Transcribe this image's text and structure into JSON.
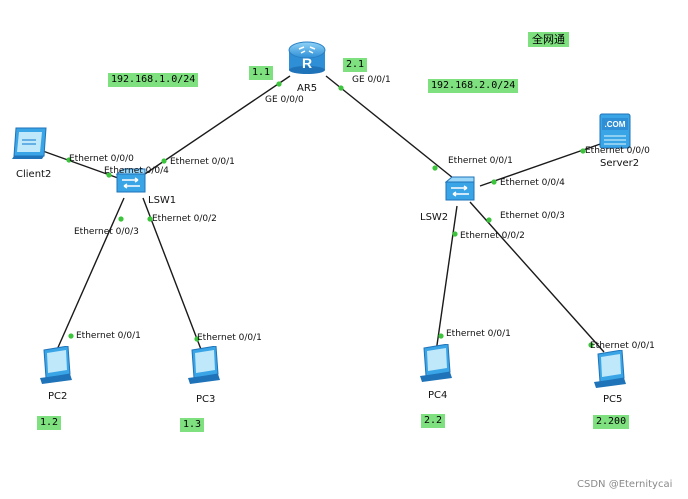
{
  "devices": {
    "ar5": {
      "name": "AR5",
      "icon": "router-icon"
    },
    "lsw1": {
      "name": "LSW1",
      "icon": "switch-icon"
    },
    "lsw2": {
      "name": "LSW2",
      "icon": "switch-icon"
    },
    "client2": {
      "name": "Client2",
      "icon": "client-icon"
    },
    "server2": {
      "name": "Server2",
      "icon": "server-icon",
      "badge": ".COM"
    },
    "pc2": {
      "name": "PC2",
      "icon": "pc-icon"
    },
    "pc3": {
      "name": "PC3",
      "icon": "pc-icon"
    },
    "pc4": {
      "name": "PC4",
      "icon": "pc-icon"
    },
    "pc5": {
      "name": "PC5",
      "icon": "pc-icon"
    }
  },
  "ports": {
    "ar5_g0": "GE 0/0/0",
    "ar5_g1": "GE 0/0/1",
    "lsw1_e1": "Ethernet 0/0/1",
    "lsw1_e4": "Ethernet 0/0/4",
    "lsw1_e3": "Ethernet 0/0/3",
    "lsw1_e2": "Ethernet 0/0/2",
    "client2_e0": "Ethernet 0/0/0",
    "lsw2_e1": "Ethernet 0/0/1",
    "lsw2_e4": "Ethernet 0/0/4",
    "lsw2_e3": "Ethernet 0/0/3",
    "lsw2_e2": "Ethernet 0/0/2",
    "server2_e0": "Ethernet 0/0/0",
    "pc2_e1": "Ethernet 0/0/1",
    "pc3_e1": "Ethernet 0/0/1",
    "pc4_e1": "Ethernet 0/0/1",
    "pc5_e1": "Ethernet 0/0/1"
  },
  "labels": {
    "net1": "192.168.1.0/24",
    "net2": "192.168.2.0/24",
    "ar5_ip1": "1.1",
    "ar5_ip2": "2.1",
    "note": "全网通",
    "pc2_ip": "1.2",
    "pc3_ip": "1.3",
    "pc4_ip": "2.2",
    "pc5_ip": "2.200"
  },
  "watermark": "CSDN @Eternitycai",
  "colors": {
    "link": "#1a1a1a",
    "port_dot": "#3cc43c",
    "label_bg": "#7fe07f",
    "device_blue": "#3aa5e6"
  }
}
